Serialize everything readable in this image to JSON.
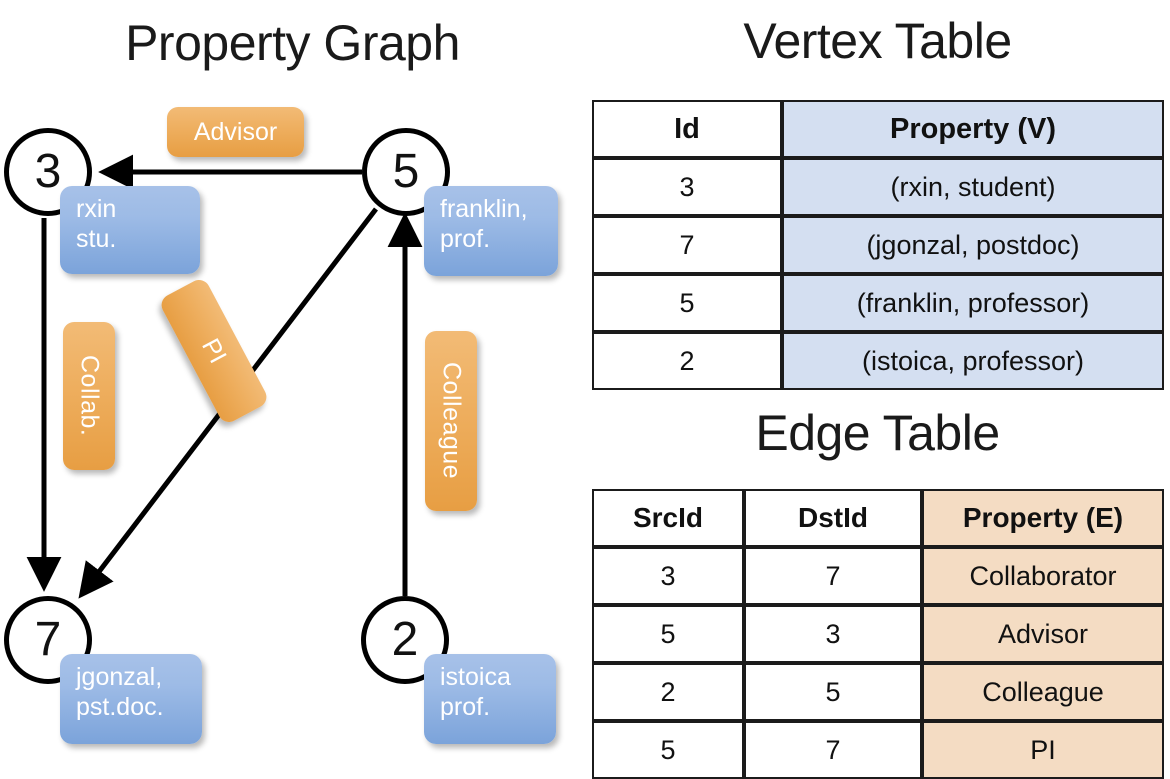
{
  "titles": {
    "property_graph": "Property Graph",
    "vertex_table": "Vertex Table",
    "edge_table": "Edge Table"
  },
  "graph": {
    "nodes": [
      {
        "id": "3",
        "label": "3",
        "property_lines": [
          "rxin",
          "stu."
        ]
      },
      {
        "id": "5",
        "label": "5",
        "property_lines": [
          "franklin,",
          "prof."
        ]
      },
      {
        "id": "7",
        "label": "7",
        "property_lines": [
          "jgonzal,",
          "pst.doc."
        ]
      },
      {
        "id": "2",
        "label": "2",
        "property_lines": [
          "istoica",
          "prof."
        ]
      }
    ],
    "vertex_property_boxes": [
      {
        "name": "rxin-box",
        "line1": "rxin",
        "line2": "stu."
      },
      {
        "name": "franklin-box",
        "line1": "franklin,",
        "line2": "prof."
      },
      {
        "name": "jgonzal-box",
        "line1": "jgonzal,",
        "line2": "pst.doc."
      },
      {
        "name": "istoica-box",
        "line1": "istoica",
        "line2": "prof."
      }
    ],
    "edge_labels": [
      {
        "name": "advisor",
        "text": "Advisor",
        "orientation": "horizontal"
      },
      {
        "name": "collab",
        "text": "Collab.",
        "orientation": "vertical"
      },
      {
        "name": "pi",
        "text": "PI",
        "orientation": "rotated"
      },
      {
        "name": "colleague",
        "text": "Colleague",
        "orientation": "vertical"
      }
    ],
    "edges": [
      {
        "src": "5",
        "dst": "3",
        "label": "Advisor"
      },
      {
        "src": "3",
        "dst": "7",
        "label": "Collab."
      },
      {
        "src": "5",
        "dst": "7",
        "label": "PI"
      },
      {
        "src": "2",
        "dst": "5",
        "label": "Colleague"
      }
    ]
  },
  "vertex_table": {
    "headers": [
      "Id",
      "Property (V)"
    ],
    "rows": [
      {
        "id": "3",
        "property": "(rxin, student)"
      },
      {
        "id": "7",
        "property": "(jgonzal, postdoc)"
      },
      {
        "id": "5",
        "property": "(franklin, professor)"
      },
      {
        "id": "2",
        "property": "(istoica, professor)"
      }
    ]
  },
  "edge_table": {
    "headers": [
      "SrcId",
      "DstId",
      "Property (E)"
    ],
    "rows": [
      {
        "src": "3",
        "dst": "7",
        "property": "Collaborator"
      },
      {
        "src": "5",
        "dst": "3",
        "property": "Advisor"
      },
      {
        "src": "2",
        "dst": "5",
        "property": "Colleague"
      },
      {
        "src": "5",
        "dst": "7",
        "property": "PI"
      }
    ]
  },
  "colors": {
    "vertex_property_fill": "#d4dff1",
    "edge_property_fill": "#f4dcc3",
    "node_box_blue": "#7ba3da",
    "edge_label_orange": "#e79e43",
    "background": "#ffffff",
    "stroke": "#000000"
  }
}
